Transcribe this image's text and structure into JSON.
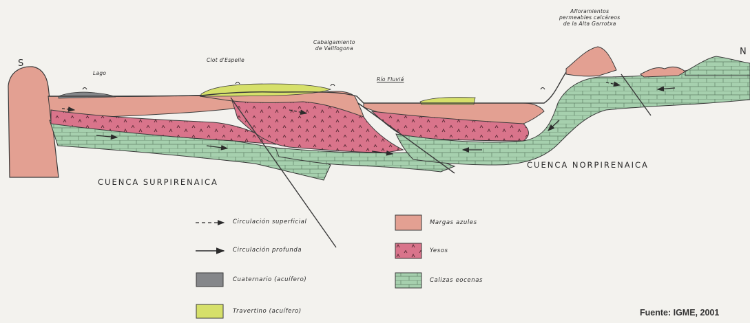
{
  "diagram": {
    "cardinal": {
      "south": "S",
      "north": "N"
    },
    "places": {
      "lago": "Lago",
      "clot": "Clot d'Espelle",
      "cabalgamiento": [
        "Cabalgamiento",
        "de Vallfogona"
      ],
      "rio": "Río Fluviá",
      "afloramientos": [
        "Afloramientos",
        "permeables calcáreos",
        "de la Alta Garrotxa"
      ]
    },
    "basins": {
      "south": "CUENCA   SURPIRENAICA",
      "north": "CUENCA  NORPIRENAICA"
    },
    "colors": {
      "margas": "#e3a092",
      "yesos": "#d9748b",
      "calizas": "#a6d0ae",
      "cuaternario": "#85878a",
      "travertino": "#d6e06a",
      "line": "#3a3a3a",
      "background": "#f3f2ee"
    }
  },
  "legend": {
    "left": [
      {
        "id": "superficial",
        "label": "Circulación superficial",
        "symbol": "dashed-arrow"
      },
      {
        "id": "profunda",
        "label": "Circulación profunda",
        "symbol": "solid-arrow"
      },
      {
        "id": "cuaternario",
        "label": "Cuaternario (acuífero)",
        "symbol": "grey-box"
      },
      {
        "id": "travertino",
        "label": "Travertino (acuífero)",
        "symbol": "yellow-box"
      }
    ],
    "right": [
      {
        "id": "margas",
        "label": "Margas azules",
        "symbol": "pink-box"
      },
      {
        "id": "yesos",
        "label": "Yesos",
        "symbol": "gypsum-box"
      },
      {
        "id": "calizas",
        "label": "Calizas eocenas",
        "symbol": "limestone-box"
      }
    ]
  },
  "source": "Fuente: IGME, 2001"
}
